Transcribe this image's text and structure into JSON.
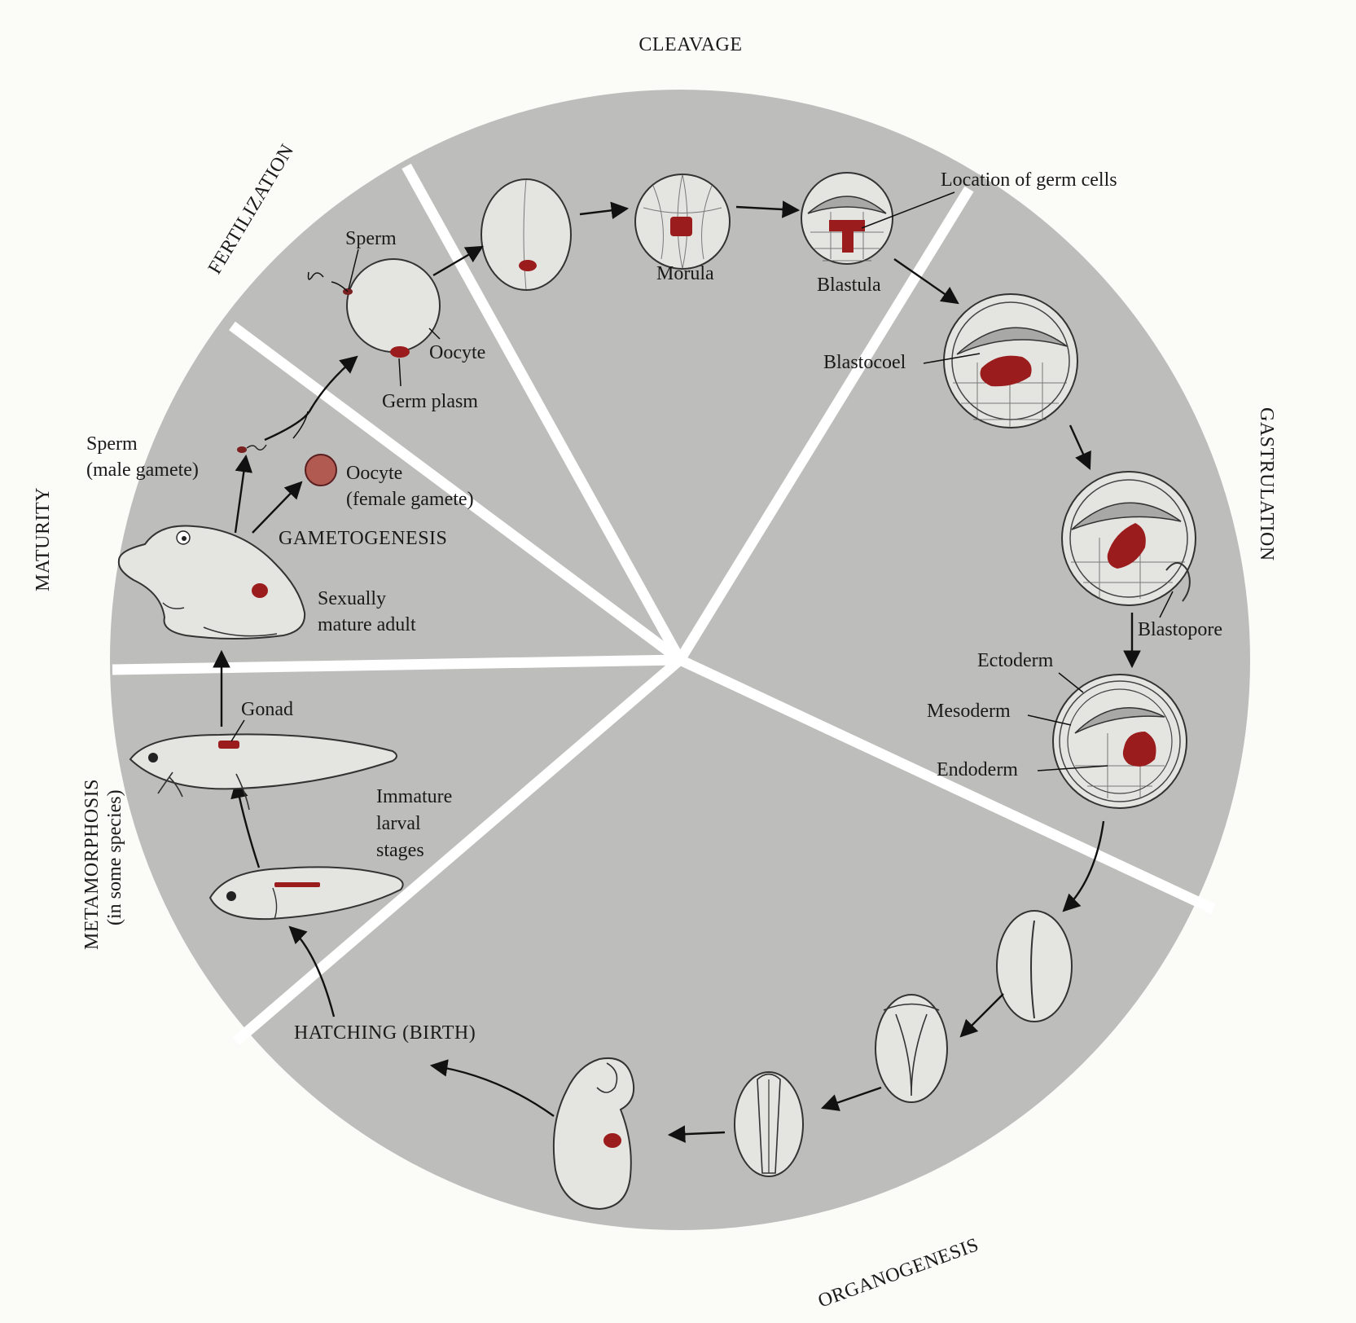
{
  "stages": {
    "cleavage": "CLEAVAGE",
    "fertilization": "FERTILIZATION",
    "gastrulation": "GASTRULATION",
    "organogenesis": "ORGANOGENESIS",
    "maturity": "MATURITY",
    "metamorphosis": "METAMORPHOSIS",
    "metamorphosis_note": "(in some species)"
  },
  "labels": {
    "sperm_top": "Sperm",
    "oocyte_top": "Oocyte",
    "germ_plasm": "Germ plasm",
    "morula": "Morula",
    "blastula": "Blastula",
    "location_germ_cells": "Location of germ cells",
    "blastocoel": "Blastocoel",
    "blastopore": "Blastopore",
    "ectoderm": "Ectoderm",
    "mesoderm": "Mesoderm",
    "endoderm": "Endoderm",
    "sperm_left_1": "Sperm",
    "sperm_left_2": "(male gamete)",
    "oocyte_left_1": "Oocyte",
    "oocyte_left_2": "(female gamete)",
    "gametogenesis": "GAMETOGENESIS",
    "adult_1": "Sexually",
    "adult_2": "mature adult",
    "gonad": "Gonad",
    "larval_1": "Immature",
    "larval_2": "larval",
    "larval_3": "stages",
    "hatching": "HATCHING (BIRTH)"
  },
  "colors": {
    "page": "#fbfbf8",
    "disc": "#bdbdbb",
    "divider": "#ffffff",
    "germ_cells": "#9b1c1c"
  }
}
